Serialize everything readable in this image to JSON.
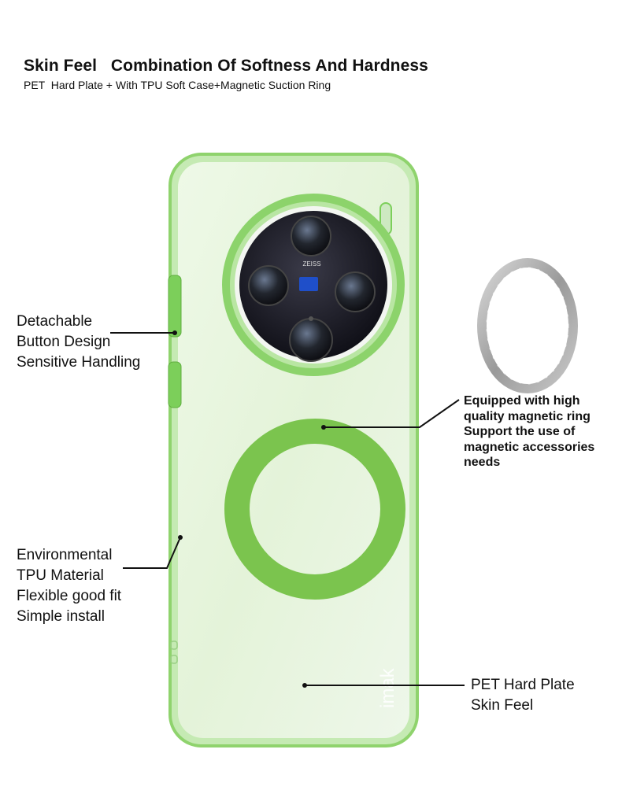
{
  "header": {
    "title": "Skin Feel   Combination Of Softness And Hardness",
    "subtitle": "PET  Hard Plate + With TPU Soft Case+Magnetic Suction Ring"
  },
  "features": {
    "buttons": [
      "Detachable",
      "Button Design",
      "Sensitive Handling"
    ],
    "tpu": [
      "Environmental",
      "TPU Material",
      "Flexible good fit",
      "Simple install"
    ],
    "ring": [
      "Equipped with high",
      "quality magnetic ring",
      "Support the use of",
      "magnetic accessories",
      "needs"
    ],
    "pet": [
      "PET Hard Plate",
      "Skin Feel"
    ]
  },
  "product": {
    "lens_brand": "ZEISS",
    "case_brand": "imak"
  },
  "colors": {
    "case_green": "#7ccf5a",
    "ring_green": "#79c24f",
    "case_body": "#e6f5dc",
    "lens_black": "#1a1a22",
    "metal_ring": "#a9a9a9"
  }
}
